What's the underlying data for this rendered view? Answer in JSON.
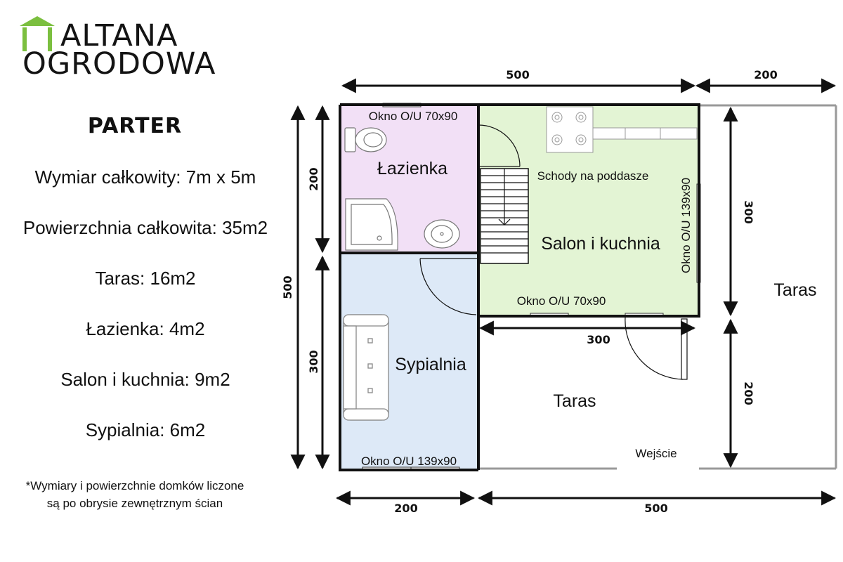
{
  "logo": {
    "line1": "ALTANA",
    "line2": "OGRODOWA",
    "accent": "#7bbf3f"
  },
  "info": {
    "heading": "PARTER",
    "stats": [
      "Wymiar całkowity: 7m x 5m",
      "Powierzchnia całkowita: 35m2",
      "Taras: 16m2",
      "Łazienka: 4m2",
      "Salon i kuchnia: 9m2",
      "Sypialnia: 6m2"
    ],
    "note_line1": "*Wymiary i powierzchnie domków liczone",
    "note_line2": "są po obrysie zewnętrznym ścian"
  },
  "plan": {
    "rooms": {
      "bathroom": "Łazienka",
      "living": "Salon i kuchnia",
      "bedroom": "Sypialnia",
      "terrace_right": "Taras",
      "terrace_front": "Taras"
    },
    "stairs_label": "Schody na poddasze",
    "entrance_label": "Wejście",
    "windows": {
      "bathroom": "Okno O/U 70x90",
      "living_side": "Okno O/U 139x90",
      "living_front": "Okno O/U 70x90",
      "bedroom": "Okno O/U 139x90"
    },
    "dimensions": {
      "top_house": "500",
      "top_terrace": "200",
      "left_total": "500",
      "left_bathroom": "200",
      "left_bedroom": "300",
      "inner_living": "300",
      "right_upper": "300",
      "right_lower": "200",
      "bottom_bedroom": "200",
      "bottom_rest": "500"
    },
    "colors": {
      "bathroom": "#f2e0f6",
      "living": "#e3f4d4",
      "bedroom": "#dde9f7",
      "wall": "#111111",
      "terrace_line": "#999999"
    }
  }
}
